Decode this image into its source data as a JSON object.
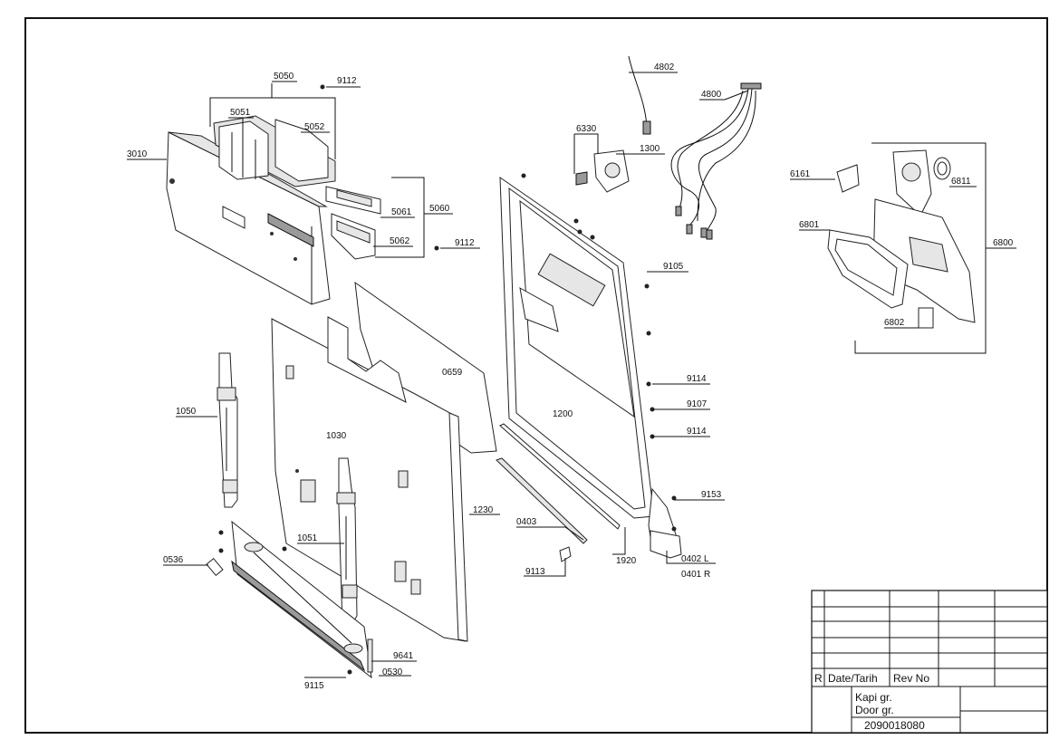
{
  "diagram": {
    "labels": {
      "p5050": "5050",
      "p9112a": "9112",
      "p5051": "5051",
      "p5052": "5052",
      "p3010": "3010",
      "p5061": "5061",
      "p5060": "5060",
      "p5062": "5062",
      "p9112b": "9112",
      "p4802": "4802",
      "p4800": "4800",
      "p6330": "6330",
      "p1300": "1300",
      "p6161": "6161",
      "p6811": "6811",
      "p6801": "6801",
      "p6800": "6800",
      "p6802": "6802",
      "p9105": "9105",
      "p0659": "0659",
      "p1200": "1200",
      "p9114a": "9114",
      "p9107": "9107",
      "p9114b": "9114",
      "p1050": "1050",
      "p1030": "1030",
      "p1230": "1230",
      "p9153": "9153",
      "p0403": "0403",
      "p1920": "1920",
      "p0402": "0402 L",
      "p0401": "0401 R",
      "p9113": "9113",
      "p0536": "0536",
      "p1051": "1051",
      "p9641": "9641",
      "p9115": "9115",
      "p0530": "0530"
    }
  },
  "title_block": {
    "rev_marker": "R",
    "date_header": "Date/Tarih",
    "rev_header": "Rev No",
    "group_tr": "Kapi gr.",
    "group_en": "Door gr.",
    "drawing_number": "2090018080"
  }
}
